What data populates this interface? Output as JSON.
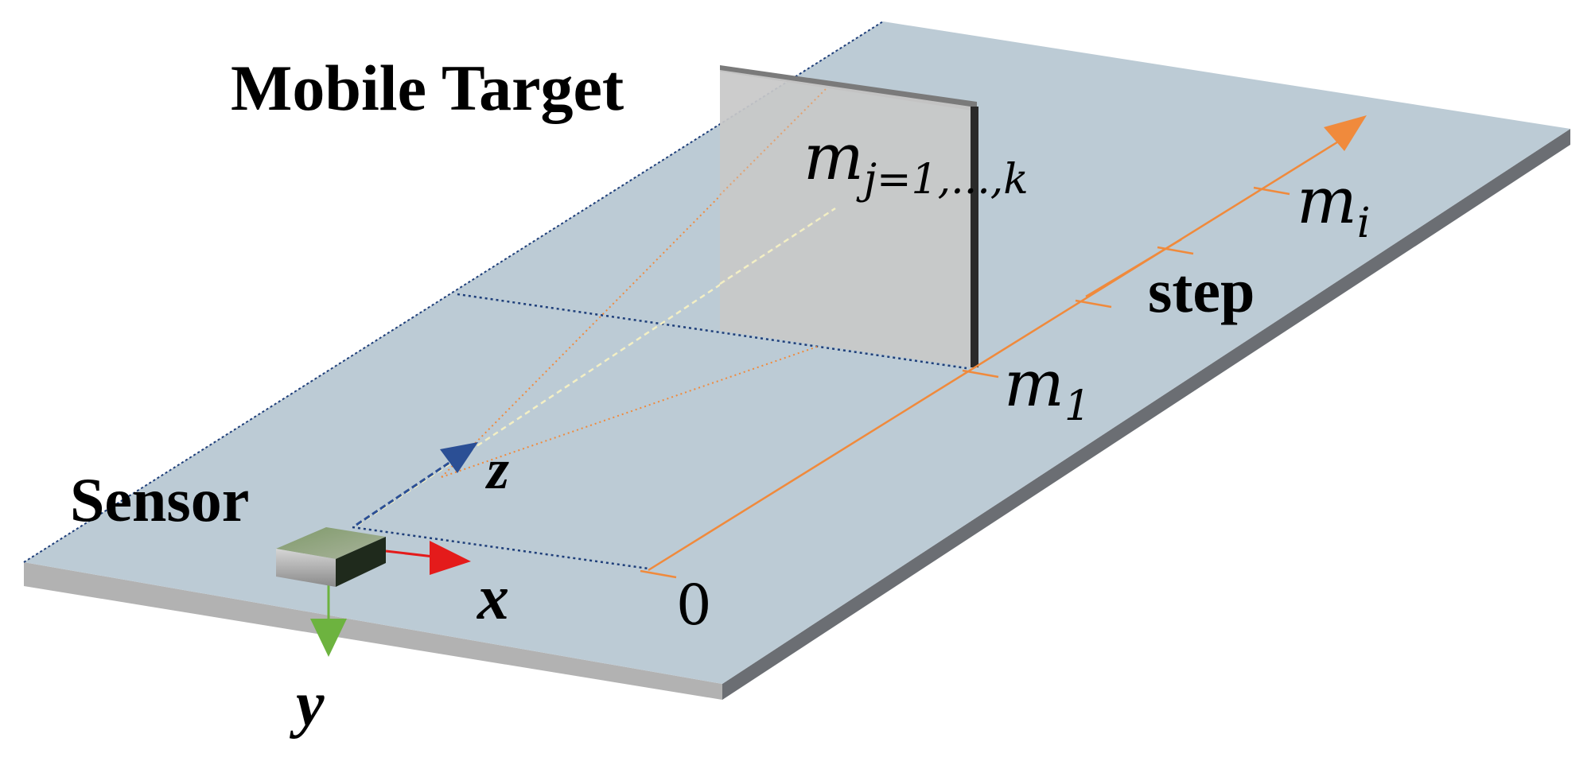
{
  "labels": {
    "mobile_target": "Mobile Target",
    "sensor": "Sensor",
    "axis_x": "x",
    "axis_y": "y",
    "axis_z": "z",
    "step": "step",
    "origin": "0",
    "m_base": "m",
    "m_j_sub": "j=1,...,k",
    "m_1_sub": "1",
    "m_i_sub": "i"
  },
  "colors": {
    "platform_top": "#bccbd5",
    "platform_front": "#b2b2b2",
    "platform_side": "#6b6e73",
    "target_face": "#c8c8c8",
    "target_edge": "#2a2a2a",
    "track": "#f08a3c",
    "x_axis": "#e41b1b",
    "y_axis": "#6db33f",
    "z_axis": "#2b4f95",
    "guide_dotted": "#1f3f7a",
    "ray_light": "#f3efc4"
  }
}
